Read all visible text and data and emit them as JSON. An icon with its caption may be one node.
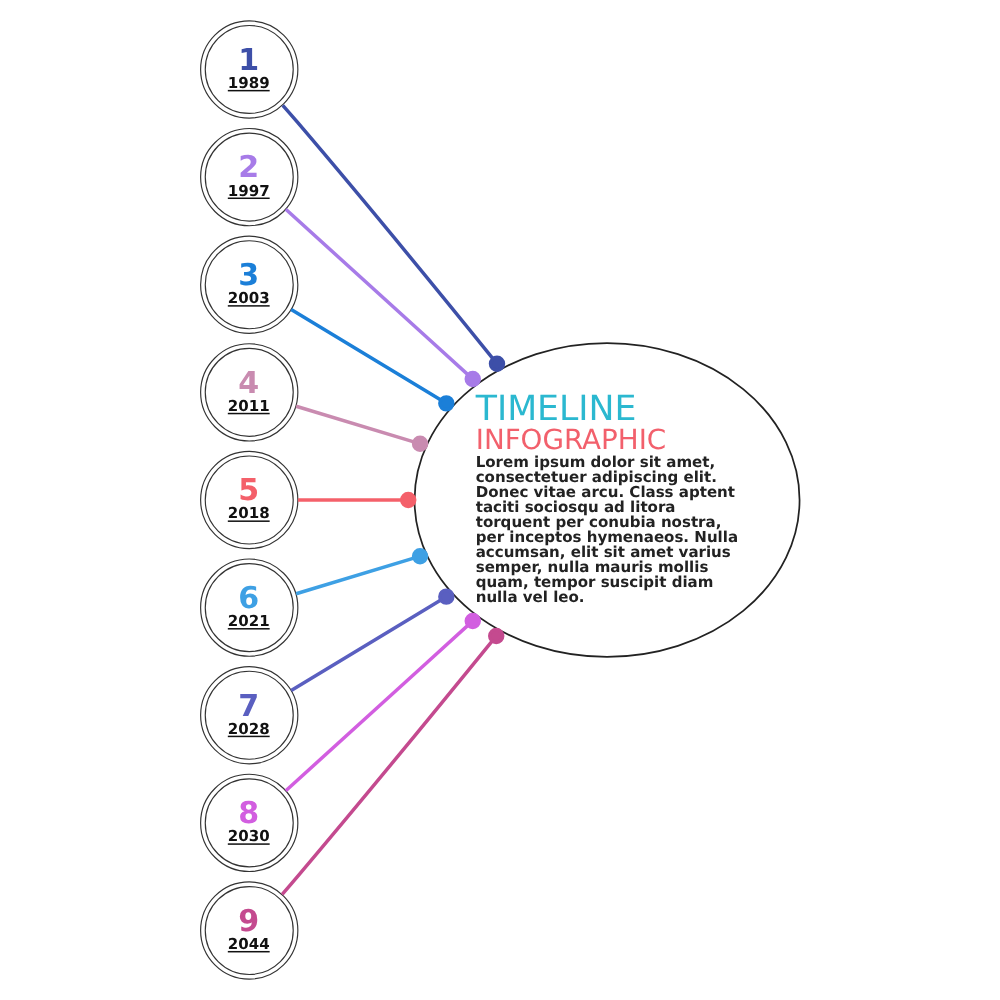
{
  "diagram": {
    "nodes": [
      {
        "text": [
          "1",
          "1989"
        ]
      },
      {
        "text": [
          "2",
          "1997"
        ]
      },
      {
        "text": [
          "3",
          "2003"
        ]
      },
      {
        "text": [
          "4",
          "2011"
        ]
      },
      {
        "text": [
          "5",
          "2018"
        ]
      },
      {
        "text": [
          "6",
          "2021"
        ]
      },
      {
        "text": [
          "7",
          "2028"
        ]
      },
      {
        "text": [
          "8",
          "2030"
        ]
      },
      {
        "text": [
          "9",
          "2044"
        ]
      },
      {
        "text": [
          "TIMELINE",
          "INFOGRAPHIC",
          "Lorem ipsum dolor sit amet, consectetuer adipiscing elit. Donec vitae arcu. Class aptent taciti sociosqu ad litora torquent per conubia nostra, per inceptos hymenaeos. Nulla accumsan, elit sit amet varius semper, nulla mauris mollis quam, tempor suscipit diam nulla vel leo."
        ]
      }
    ],
    "edges": [
      {
        "from": 0,
        "to": 9,
        "arrow": "other",
        "color": "#3d4fa8"
      },
      {
        "from": 1,
        "to": 9,
        "arrow": "other",
        "color": "#a77be8"
      },
      {
        "from": 2,
        "to": 9,
        "arrow": "other",
        "color": "#1b7fd8"
      },
      {
        "from": 3,
        "to": 9,
        "arrow": "other",
        "color": "#c98bb0"
      },
      {
        "from": 4,
        "to": 9,
        "arrow": "other",
        "color": "#f4606a"
      },
      {
        "from": 5,
        "to": 9,
        "arrow": "other",
        "color": "#3ea0e4"
      },
      {
        "from": 6,
        "to": 9,
        "arrow": "other",
        "color": "#5a5fc0"
      },
      {
        "from": 7,
        "to": 9,
        "arrow": "other",
        "color": "#d25ee0"
      },
      {
        "from": 8,
        "to": 9,
        "arrow": "other",
        "color": "#c44a8f"
      }
    ]
  }
}
